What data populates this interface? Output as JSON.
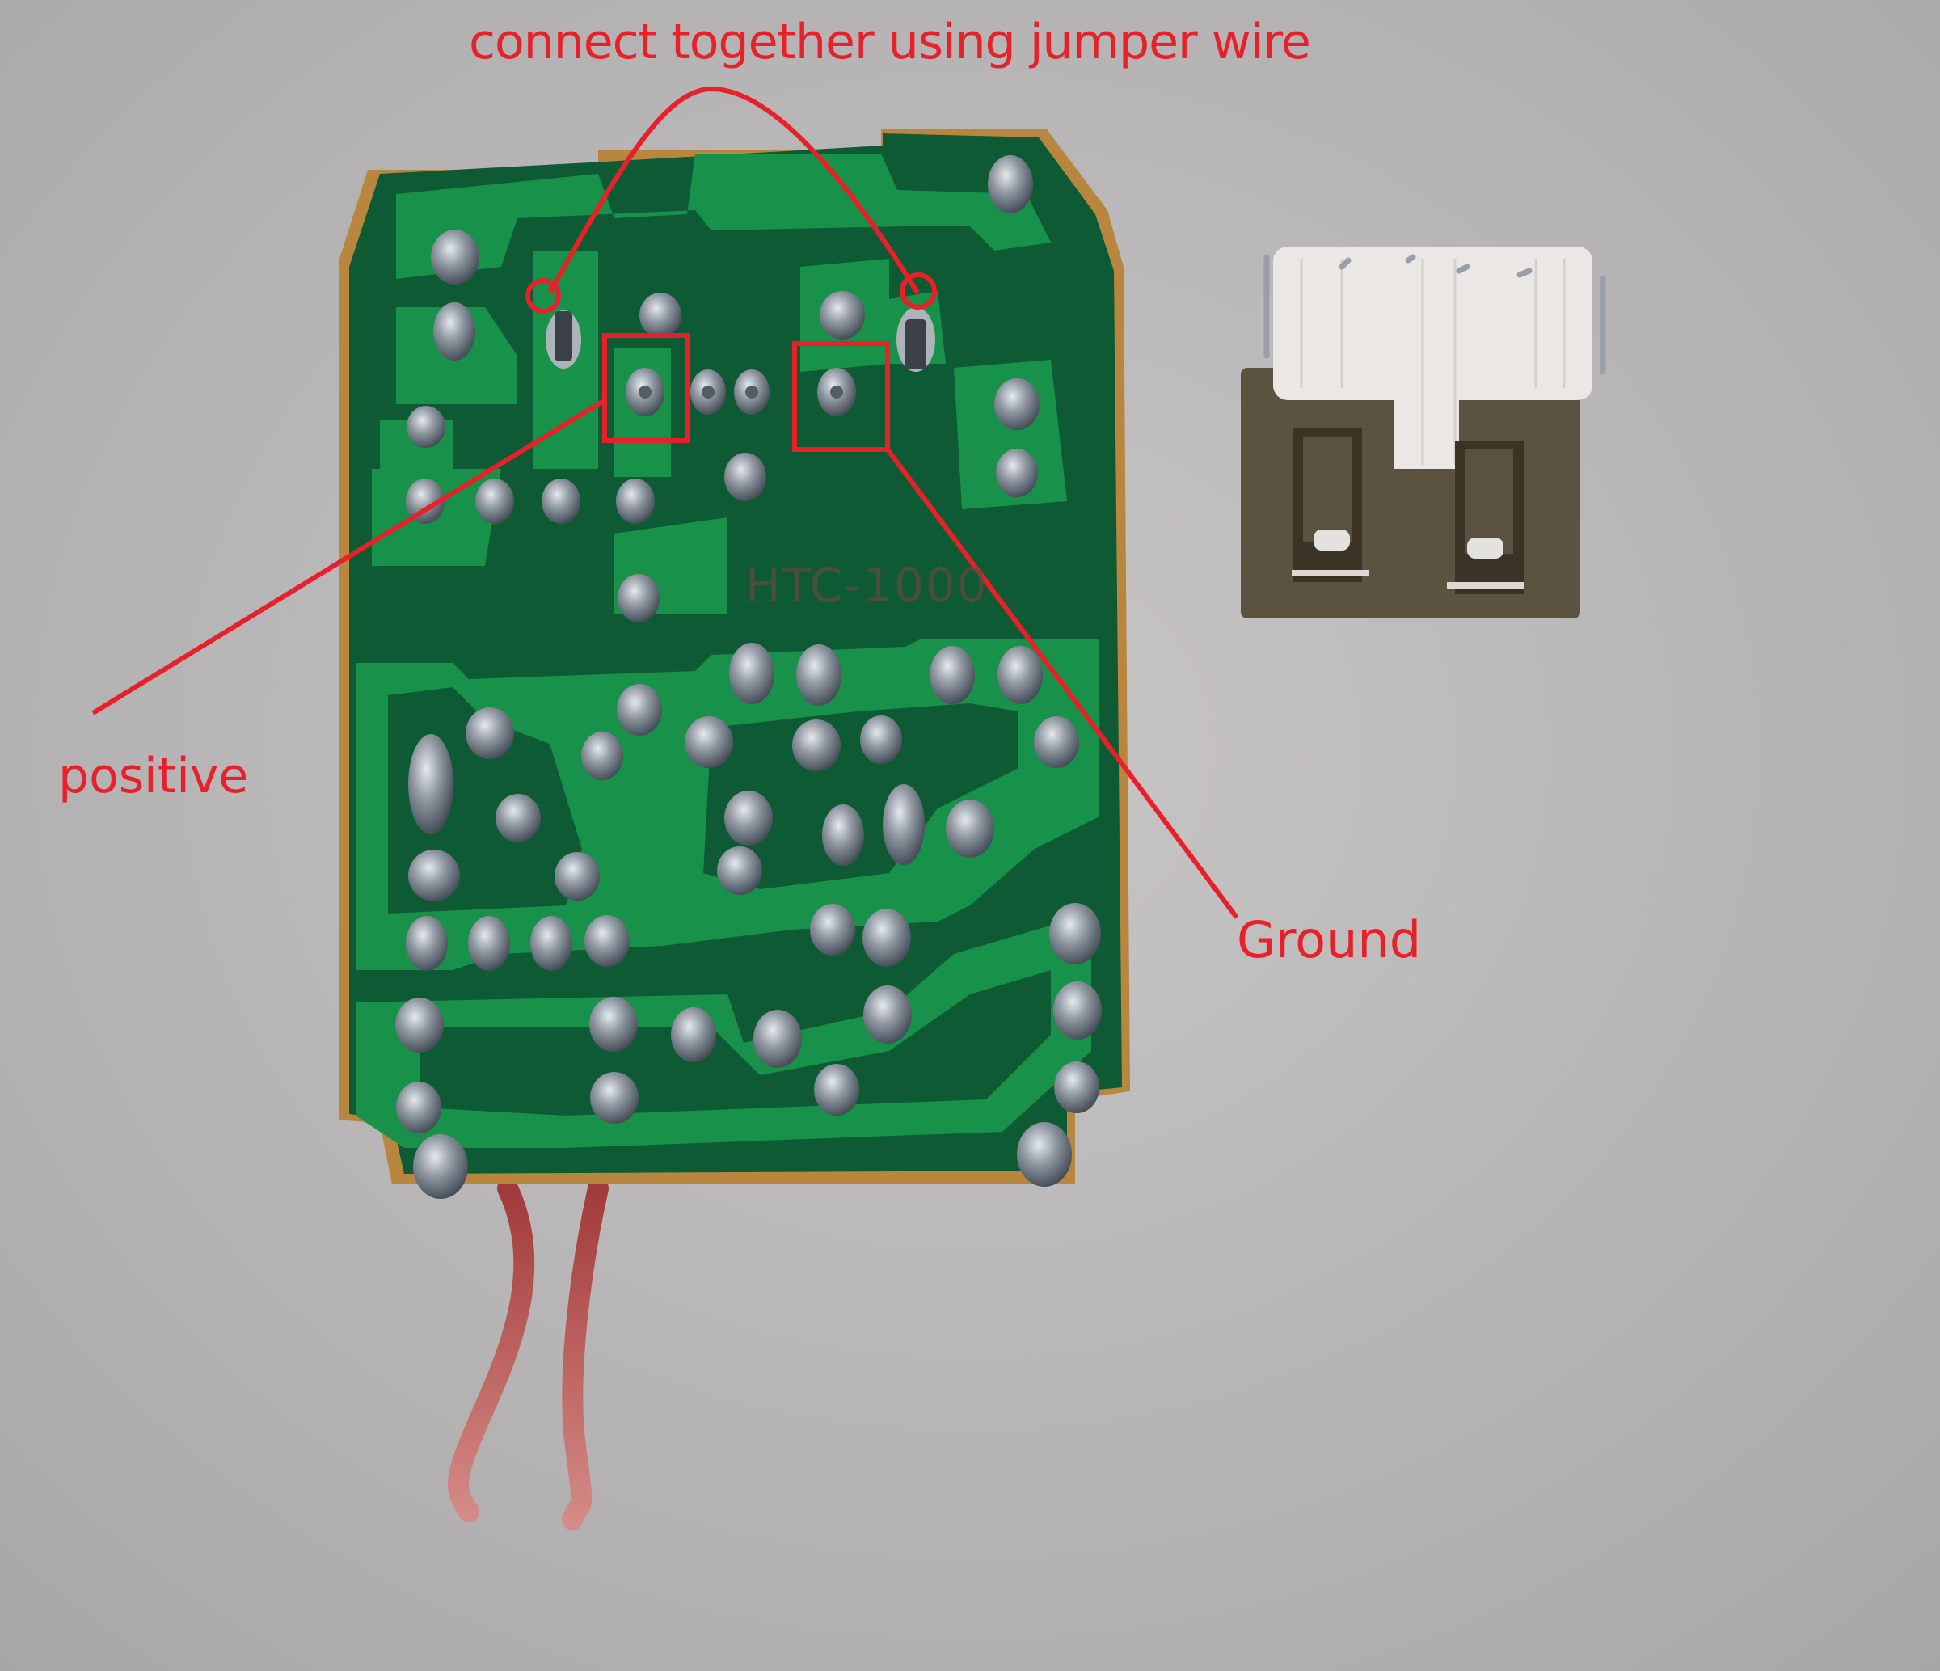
{
  "annotations": {
    "jumper_label": "connect together using jumper wire",
    "positive_label": "positive",
    "ground_label": "Ground",
    "color": "#e8202a"
  },
  "pcb": {
    "silkscreen": "HTC-1000",
    "board_color": "#0f6b3a",
    "trace_color": "#1a9a4e",
    "solder_color": "#9aa1aa"
  },
  "objects": {
    "pcb_board": "charger-circuit-board",
    "usb_connector": "usb-a-female-connector",
    "wires": "red-input-wires"
  },
  "background_color": "#b9b7b8"
}
